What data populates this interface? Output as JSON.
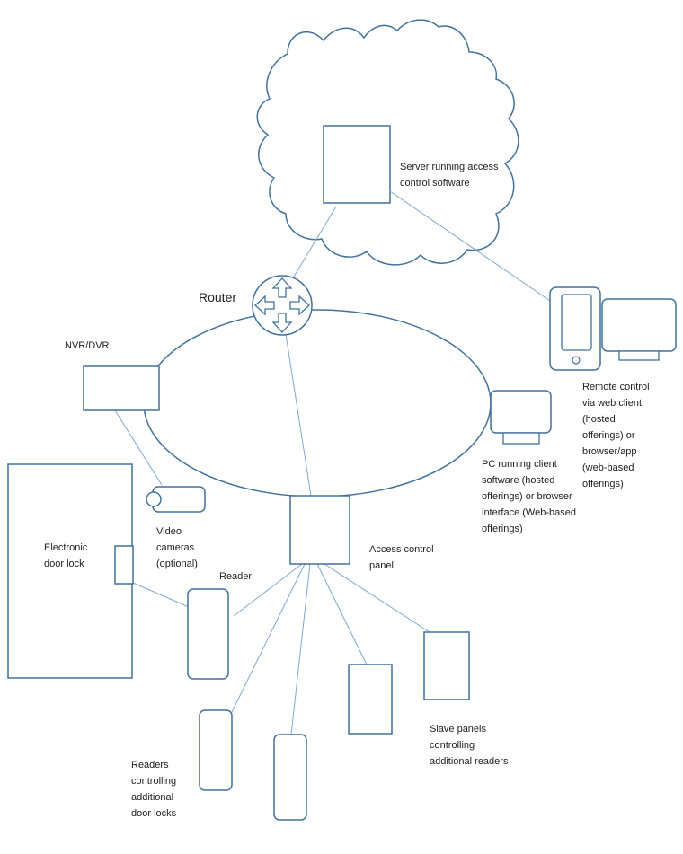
{
  "colors": {
    "stroke": "#41719c",
    "line": "#7fa7d0",
    "text": "#222222",
    "background": "#ffffff"
  },
  "labels": {
    "server": "Server running access\ncontrol software",
    "router": "Router",
    "nvr": "NVR/DVR",
    "remote": "Remote control\nvia web client\n(hosted\nofferings) or\nbrowser/app\n(web-based\nofferings)",
    "pc": "PC running client\nsoftware (hosted\nofferings) or browser\ninterface (Web-based\nofferings)",
    "door_lock": "Electronic\ndoor lock",
    "cameras": "Video\ncameras\n(optional)",
    "panel": "Access control\npanel",
    "reader": "Reader",
    "readers_additional": "Readers\ncontrolling\nadditional\ndoor locks",
    "slave_panels": "Slave panels\ncontrolling\nadditional readers"
  },
  "icons": {
    "cloud": "cloud-icon",
    "router": "router-icon",
    "phone": "smartphone-icon",
    "monitor": "monitor-icon",
    "camera": "video-camera-icon"
  }
}
